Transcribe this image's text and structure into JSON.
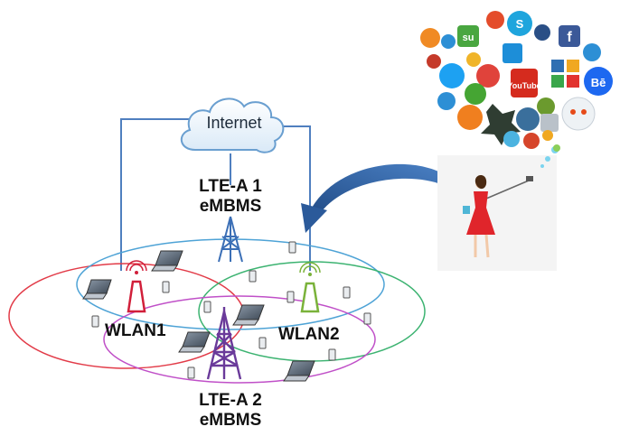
{
  "cloud": {
    "label": "Internet"
  },
  "towers": {
    "lte1": {
      "line1": "LTE-A 1",
      "line2": "eMBMS"
    },
    "lte2": {
      "line1": "LTE-A 2",
      "line2": "eMBMS"
    }
  },
  "access_points": {
    "wlan1": {
      "label": "WLAN1"
    },
    "wlan2": {
      "label": "WLAN2"
    }
  },
  "social_cloud": {
    "logos": [
      "YouTube",
      "Bē",
      "S",
      "f",
      "su"
    ]
  },
  "colors": {
    "lte1_tower": "#3b6fb6",
    "lte2_tower": "#6a3a9a",
    "wlan1_ap": "#d11f3a",
    "wlan2_ap": "#7ab23a",
    "ellipse_red": "#e23b48",
    "ellipse_blue": "#4ea3d6",
    "ellipse_green": "#3cb371",
    "ellipse_magenta": "#c050c8",
    "backhaul": "#4f7fbf",
    "arrow": "#3566a8"
  }
}
